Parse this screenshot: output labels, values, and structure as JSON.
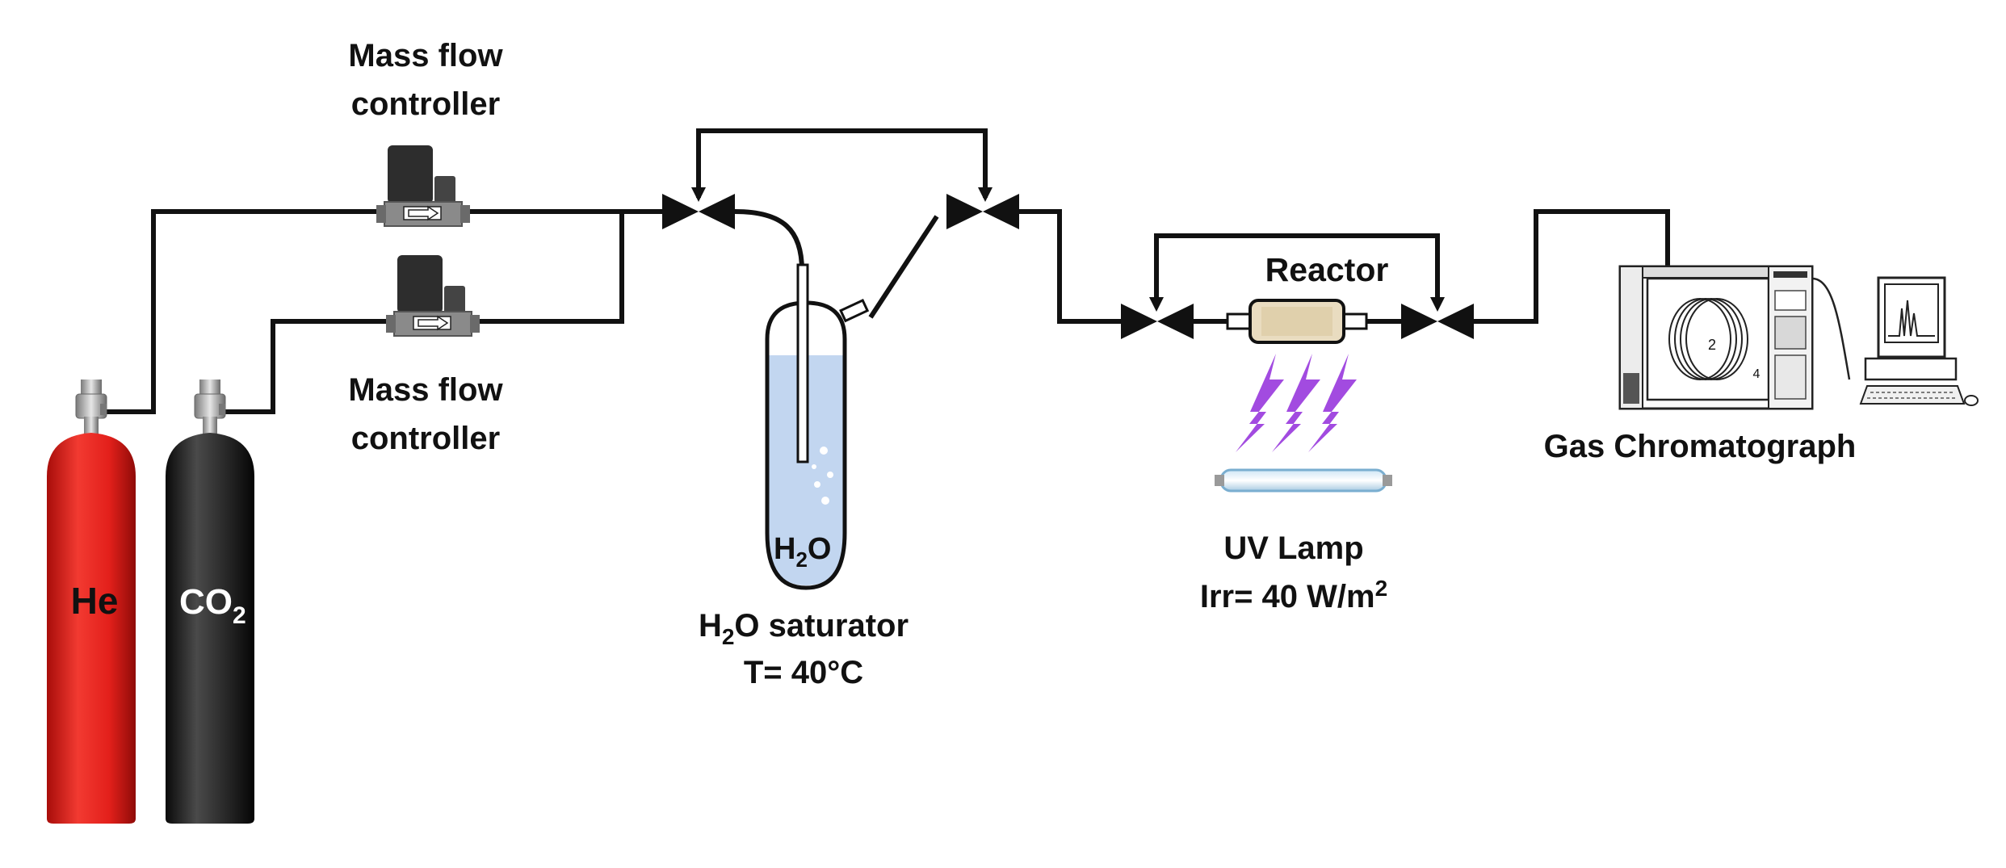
{
  "diagram": {
    "mfc_top_label_line1": "Mass flow",
    "mfc_top_label_line2": "controller",
    "mfc_bottom_label_line1": "Mass flow",
    "mfc_bottom_label_line2": "controller",
    "cylinder_he": "He",
    "cylinder_co2_main": "CO",
    "cylinder_co2_sub": "2",
    "saturator_liquid_main": "H",
    "saturator_liquid_sub": "2",
    "saturator_liquid_tail": "O",
    "saturator_label_main": "H",
    "saturator_label_sub": "2",
    "saturator_label_tail": "O saturator",
    "saturator_temp": "T= 40°C",
    "reactor_label": "Reactor",
    "uv_lamp_label": "UV Lamp",
    "uv_irr_main": "Irr= 40 W/m",
    "uv_irr_sup": "2",
    "gc_label": "Gas Chromatograph",
    "gc_coil_num_a": "2",
    "gc_coil_num_b": "4"
  },
  "colors": {
    "he_cylinder": "#e3201b",
    "co2_cylinder": "#222222",
    "water": "#c2d6f0",
    "uv_bolt": "#a24be0",
    "reactor_fill": "#e9dcc0",
    "pipe": "#111111"
  }
}
